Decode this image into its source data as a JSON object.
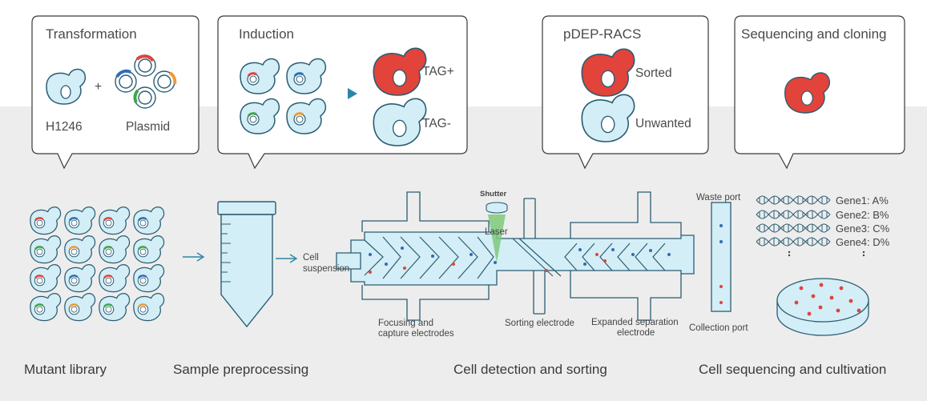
{
  "callouts": {
    "transformation": {
      "title": "Transformation",
      "host_label": "H1246",
      "plus": "+",
      "plasmid_label": "Plasmid"
    },
    "induction": {
      "title": "Induction",
      "positive_label": "TAG+",
      "negative_label": "TAG-"
    },
    "pdep": {
      "title": "pDEP-RACS",
      "sorted_label": "Sorted",
      "unwanted_label": "Unwanted"
    },
    "sequencing": {
      "title": "Sequencing and cloning"
    }
  },
  "device": {
    "shutter_label": "Shutter",
    "laser_label": "Laser",
    "cell_suspension_label_1": "Cell",
    "cell_suspension_label_2": "suspension",
    "focusing_label_1": "Focusing and",
    "focusing_label_2": "capture electrodes",
    "sorting_label": "Sorting electrode",
    "expanded_label_1": "Expanded separation",
    "expanded_label_2": "electrode",
    "waste_port_label": "Waste port",
    "collection_port_label": "Collection port"
  },
  "genes": [
    "Gene1: A%",
    "Gene2: B%",
    "Gene3: C%",
    "Gene4: D%"
  ],
  "stages": {
    "mutant_library": "Mutant library",
    "sample_preprocessing": "Sample preprocessing",
    "detection_sorting": "Cell detection and sorting",
    "sequencing_cultivation": "Cell sequencing and cultivation"
  },
  "colors": {
    "cell_fill": "#d3eef6",
    "cell_stroke": "#2b5d73",
    "tag_positive": "#e2433a",
    "plasmid_red": "#e2433a",
    "plasmid_blue": "#2f6db5",
    "plasmid_green": "#3aa845",
    "plasmid_orange": "#f29a2e",
    "laser_green": "#7dc97a",
    "band_gray": "#ededed"
  }
}
